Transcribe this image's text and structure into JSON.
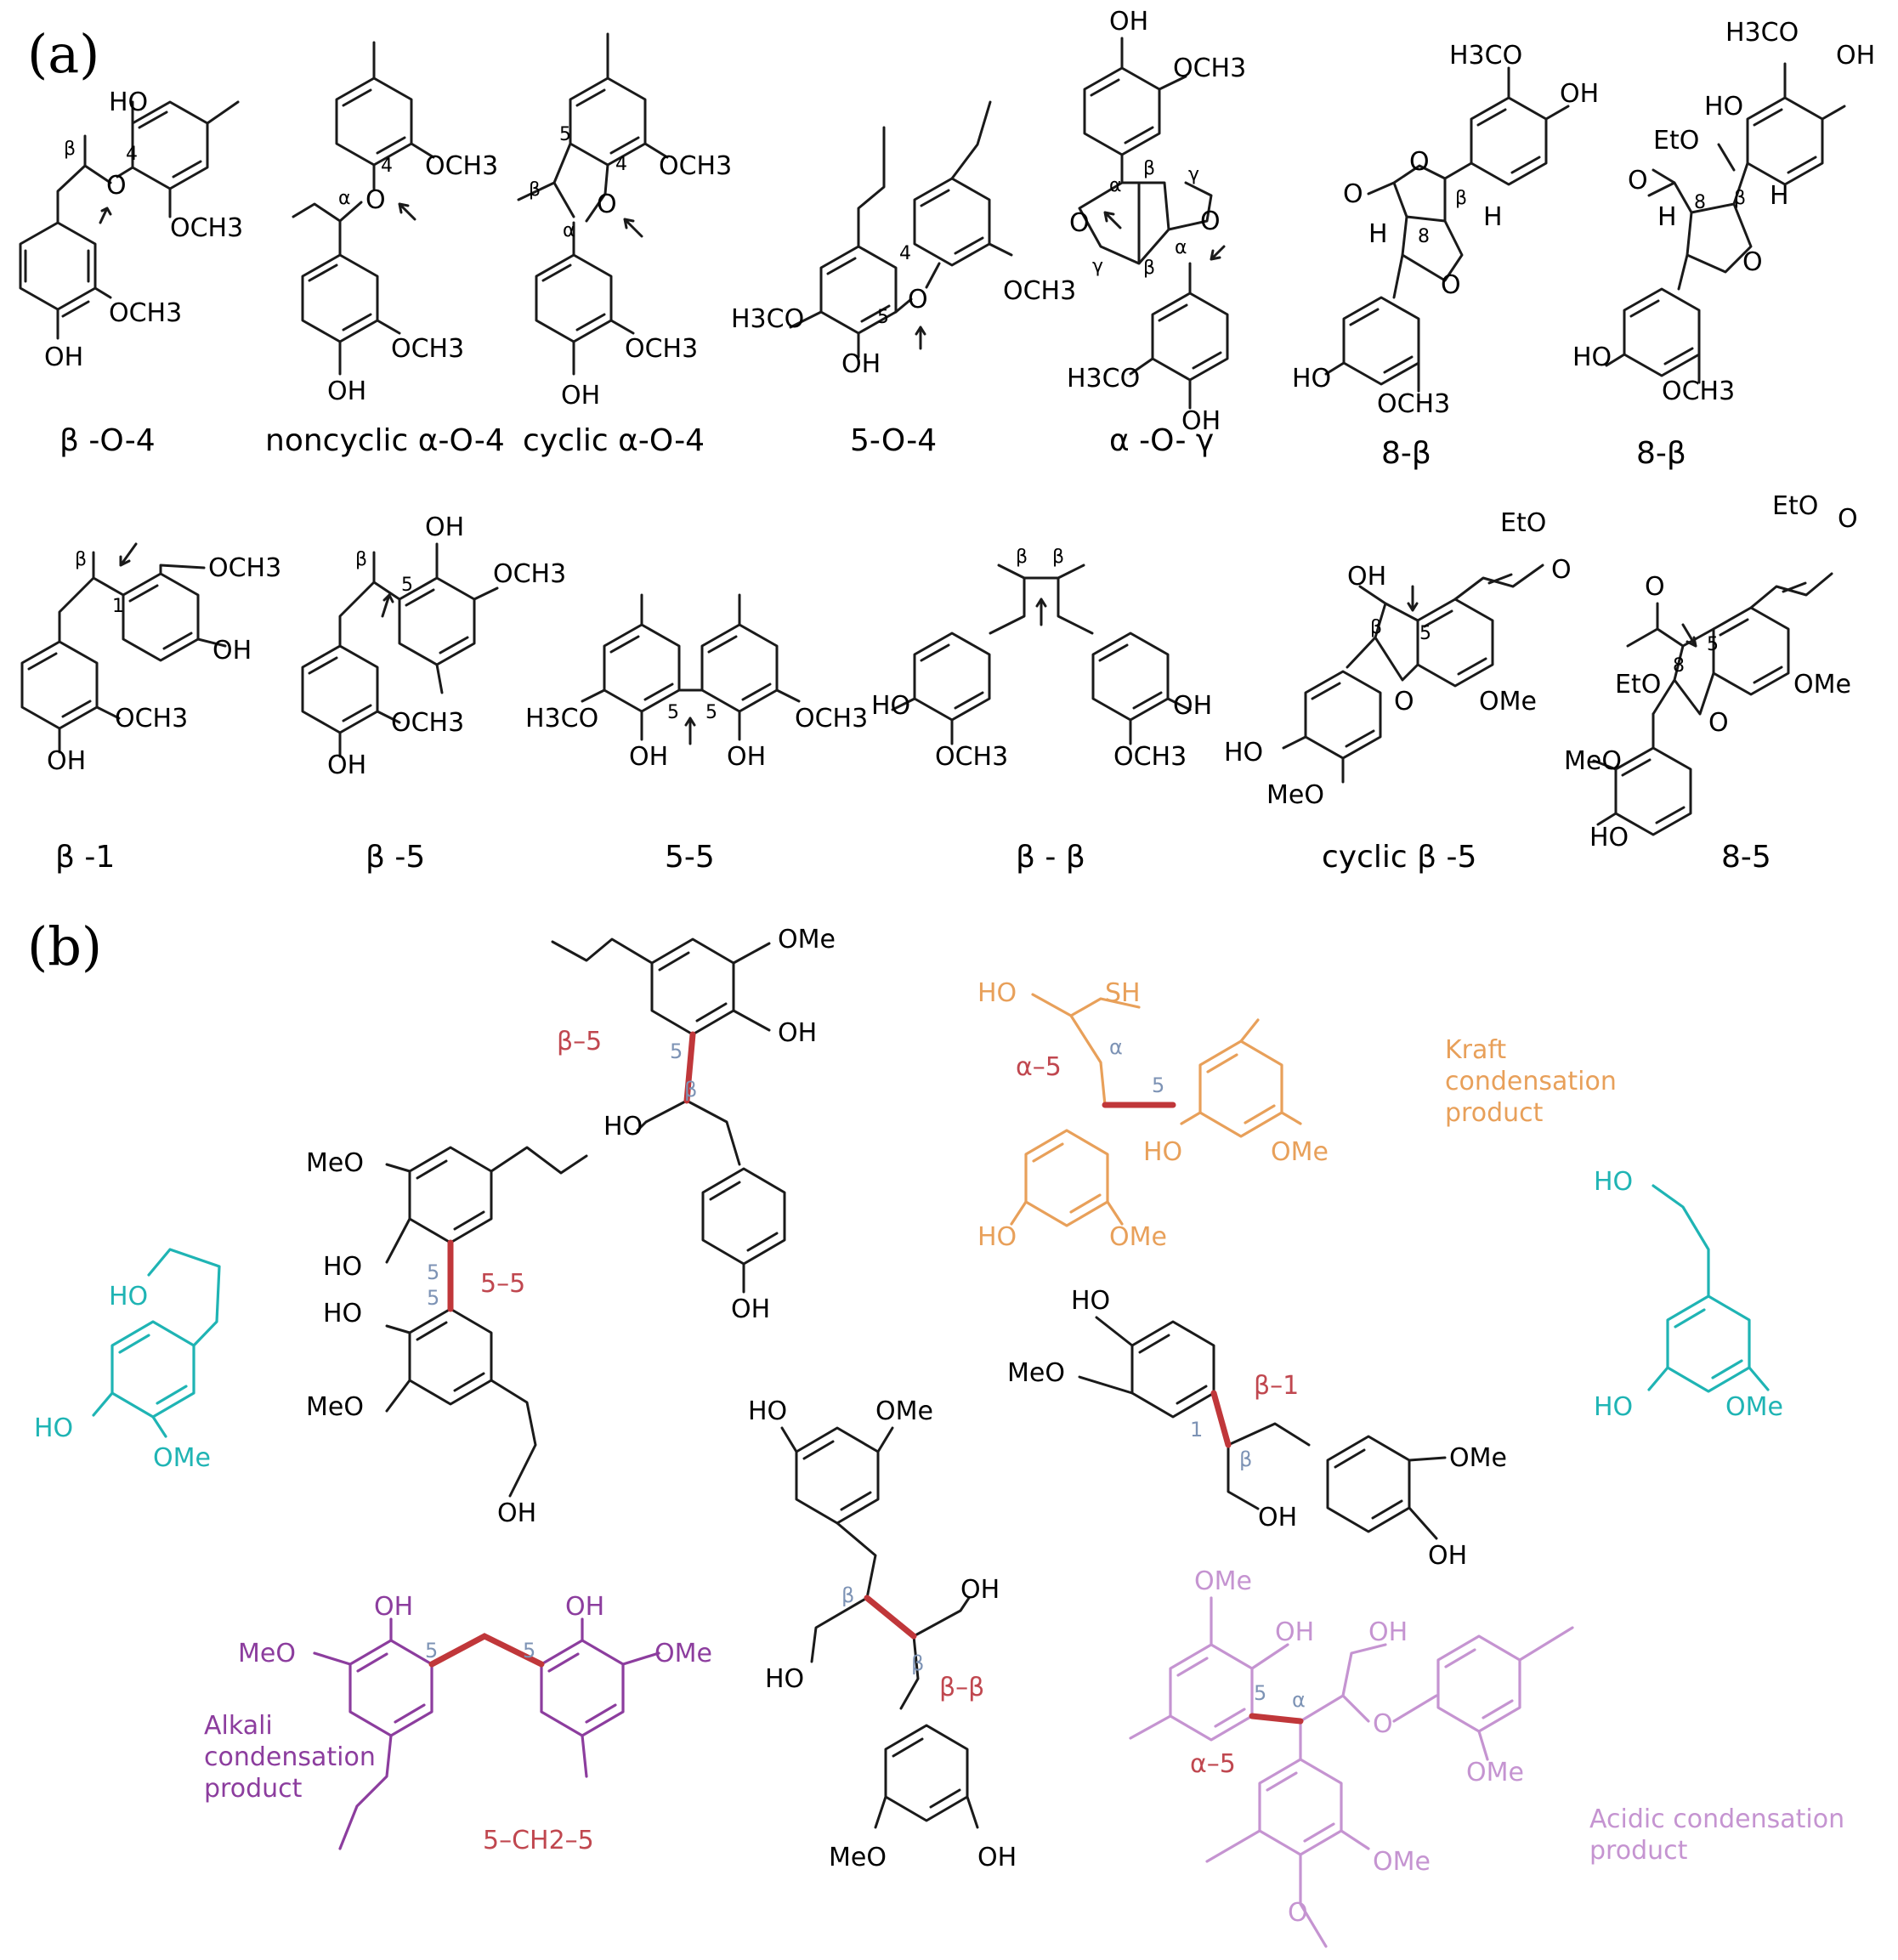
{
  "panels": {
    "a": "(a)",
    "b": "(b)"
  },
  "colors": {
    "black": "#1a1a1a",
    "link_red": "#c0373a",
    "label_red": "#c0474f",
    "position_blue": "#7d93b5",
    "kraft_orange": "#e8a05a",
    "teal": "#1fb4b4",
    "alkali_purple": "#8c3d9e",
    "acidic_purple": "#c594d1",
    "dark_purple": "#5a3a66"
  },
  "panel_a": {
    "row1_captions": [
      "β -O-4",
      "noncyclic  α-O-4",
      "cyclic  α-O-4",
      "5-O-4",
      "α -O- γ",
      "8-β",
      "8-β"
    ],
    "row2_captions": [
      "β -1",
      "β -5",
      "5-5",
      "β - β",
      "cyclic β -5",
      "8-5"
    ],
    "atoms": {
      "oh": "OH",
      "ho": "HO",
      "och3": "OCH3",
      "h3co": "H3CO",
      "o": "O",
      "h": "H",
      "eto": "EtO",
      "ome": "OMe",
      "meo": "MeO"
    },
    "positions": {
      "four": "4",
      "five": "5",
      "eight": "8",
      "one": "1",
      "alpha": "α",
      "beta": "β",
      "gamma": "γ"
    }
  },
  "panel_b": {
    "linkages": {
      "b5": "β–5",
      "a5_kraft": "α–5",
      "l55": "5–5",
      "b1": "β–1",
      "bb": "β–β",
      "ch2": "5–CH2–5",
      "a5_acid": "α–5"
    },
    "positions": {
      "five": "5",
      "beta": "β",
      "alpha": "α",
      "one": "1"
    },
    "atoms": {
      "ome": "OMe",
      "meo": "MeO",
      "oh": "OH",
      "ho": "HO",
      "sh": "SH",
      "o": "O"
    },
    "products": {
      "kraft": [
        "Kraft",
        "condensation",
        "product"
      ],
      "alkali": [
        "Alkali",
        "condensation",
        "product"
      ],
      "acidic": [
        "Acidic condensation",
        "product"
      ]
    }
  }
}
